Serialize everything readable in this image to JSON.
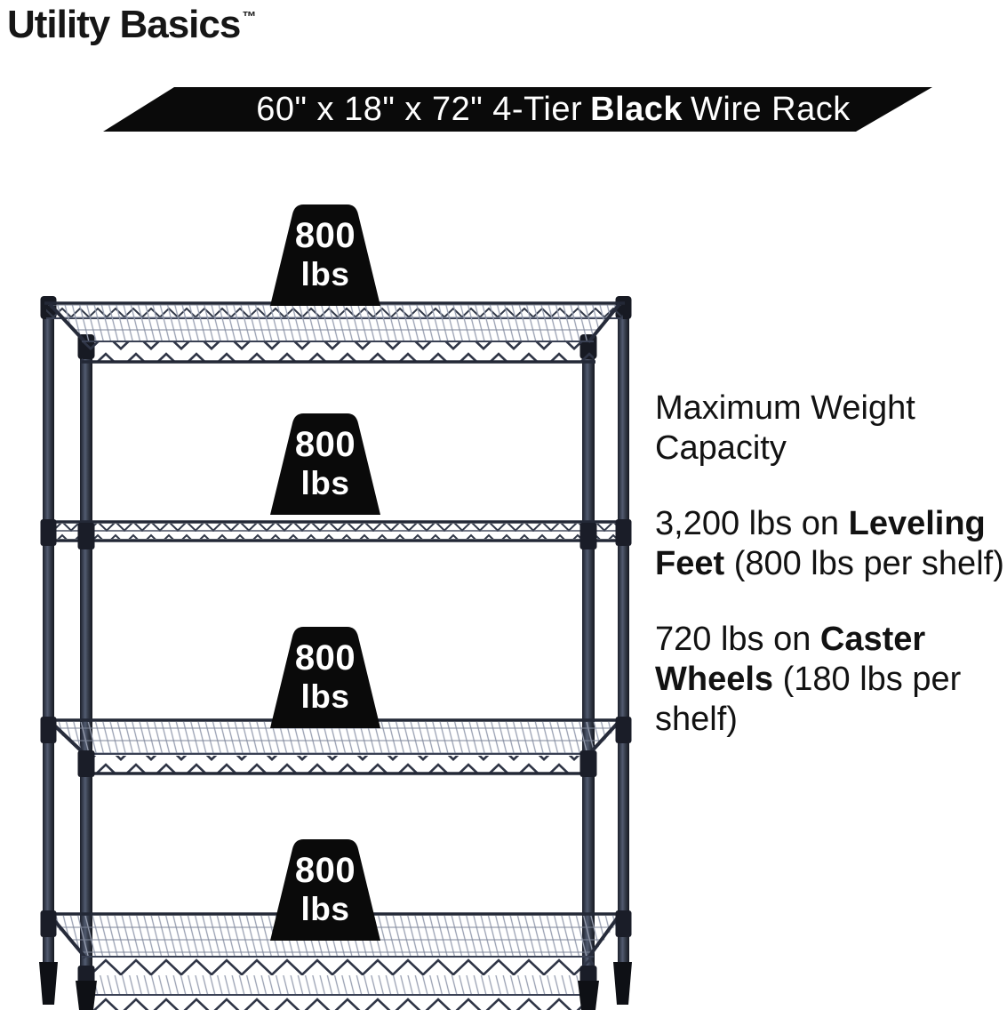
{
  "brand": {
    "name": "Utility Basics",
    "trademark": "™"
  },
  "title_banner": {
    "pre": "60\" x 18\" x 72\" 4-Tier",
    "emphasis": "Black",
    "post": "Wire Rack",
    "background": "#0a0a0a",
    "text_color": "#ffffff"
  },
  "shelf_badges": {
    "background": "#0a0a0a",
    "text_color": "#ffffff",
    "items": [
      {
        "value": "800",
        "unit": "lbs"
      },
      {
        "value": "800",
        "unit": "lbs"
      },
      {
        "value": "800",
        "unit": "lbs"
      },
      {
        "value": "800",
        "unit": "lbs"
      }
    ]
  },
  "capacity_info": {
    "title": "Maximum Weight Capacity",
    "specs": [
      {
        "pre": "3,200 lbs on ",
        "bold": "Leveling Feet",
        "post": " (800 lbs per shelf)"
      },
      {
        "pre": "720 lbs on ",
        "bold": "Caster Wheels",
        "post": " (180 lbs per shelf)"
      }
    ]
  },
  "rack": {
    "description": "4-tier black wire shelving rack",
    "tier_count": 4,
    "color": "#2e3442"
  }
}
